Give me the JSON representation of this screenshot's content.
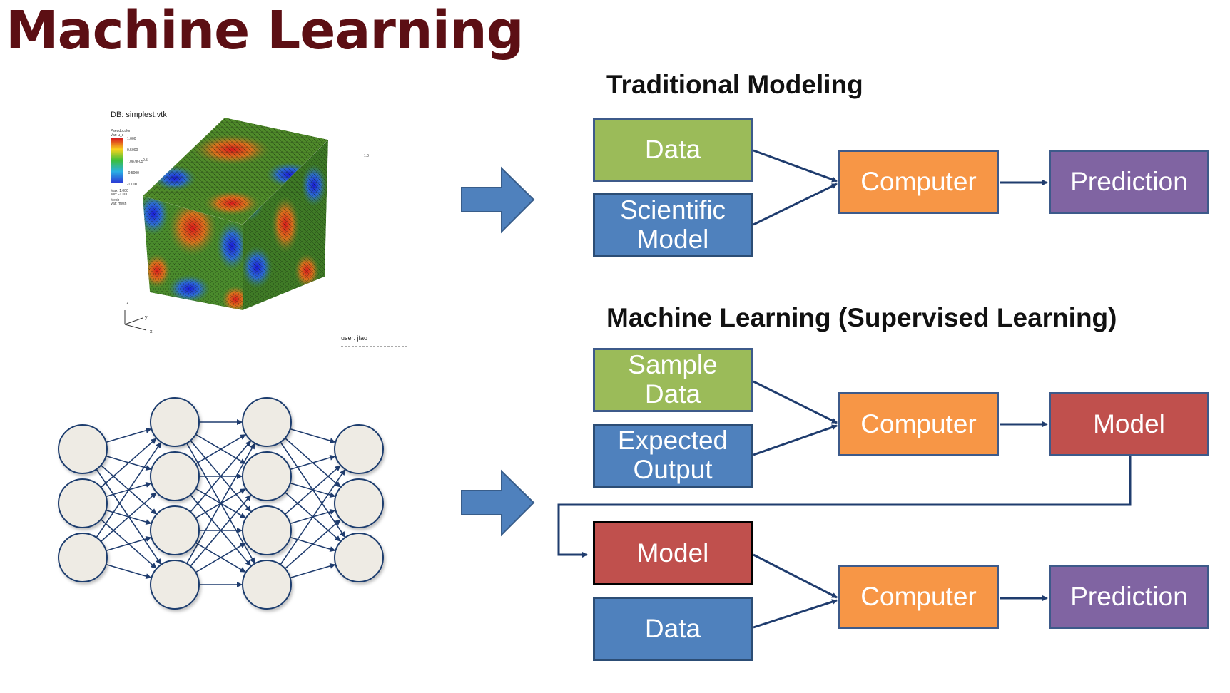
{
  "title": "Machine Learning",
  "colors": {
    "title": "#5c0f14",
    "data_green": "#9bbb59",
    "model_blue": "#4f81bd",
    "computer_orange": "#f79646",
    "prediction_purple": "#8064a2",
    "model_red": "#c0504d",
    "arrow": "#4f81bd",
    "connector": "#1f3c6e"
  },
  "cube_render": {
    "db_label": "DB: simplest.vtk",
    "user_label": "user: jfao",
    "legend_lines": [
      "Pseudocolor",
      "Var: u_s",
      "1.000",
      "0.5000",
      "7.087e-05",
      "-0.5000",
      "-1.000",
      "Max: 1.000",
      "Min: -1.000",
      "Mesh",
      "Var: mesh"
    ],
    "axis_labels": [
      "z",
      "y",
      "x"
    ],
    "corner_label": "1.0",
    "side_label": "0.5"
  },
  "traditional": {
    "heading": "Traditional Modeling",
    "input1": "Data",
    "input2_line1": "Scientific",
    "input2_line2": "Model",
    "process": "Computer",
    "output": "Prediction"
  },
  "supervised": {
    "heading": "Machine Learning (Supervised Learning)",
    "train_input1_line1": "Sample",
    "train_input1_line2": "Data",
    "train_input2_line1": "Expected",
    "train_input2_line2": "Output",
    "train_process": "Computer",
    "train_output": "Model",
    "infer_input1": "Model",
    "infer_input2": "Data",
    "infer_process": "Computer",
    "infer_output": "Prediction"
  },
  "neural_net": {
    "layers": [
      3,
      4,
      4,
      3
    ],
    "node_fill": "#eeebe4",
    "node_stroke": "#1f3c6e"
  }
}
